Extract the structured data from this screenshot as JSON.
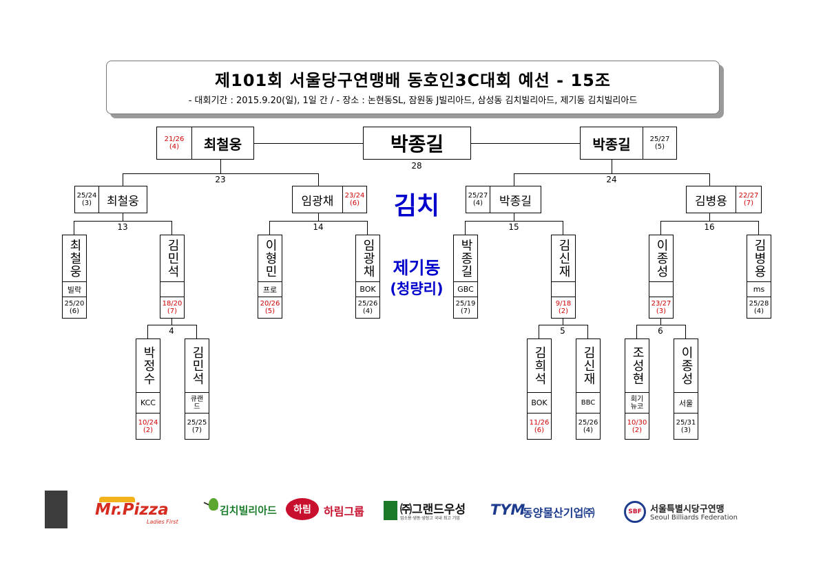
{
  "header": {
    "title": "제101회 서울당구연맹배 동호인3C대회 예선 - 15조",
    "subtitle": "- 대회기간 : 2015.9.20(일), 1일 간 / - 장소 : 논현동SL, 잠원동 J빌리아드, 삼성동 김치빌리아드, 제기동 김치빌리아드"
  },
  "venues": {
    "kimchi": "김치",
    "jegi": "제기동",
    "jegi_sub": "(청량리)"
  },
  "final": {
    "winner": "박종길",
    "match_no": "28"
  },
  "semis": {
    "left": {
      "name": "최철웅",
      "score": "21/26",
      "inning": "(4)",
      "match_no": "23"
    },
    "right": {
      "name": "박종길",
      "score": "25/27",
      "inning": "(5)",
      "match_no": "24"
    }
  },
  "quarters": {
    "q1": {
      "name": "최철웅",
      "score": "25/24",
      "inning": "(3)",
      "match_no": "13"
    },
    "q2": {
      "name": "임광채",
      "score": "23/24",
      "inning": "(6)",
      "match_no": "14"
    },
    "q3": {
      "name": "박종길",
      "score": "25/27",
      "inning": "(4)",
      "match_no": "15"
    },
    "q4": {
      "name": "김병용",
      "score": "22/27",
      "inning": "(7)",
      "match_no": "16"
    }
  },
  "players": {
    "p1": {
      "name": "최철웅",
      "club": "빌락",
      "score": "25/20",
      "inning": "(6)"
    },
    "p2": {
      "name": "김민석",
      "club": "",
      "score": "18/20",
      "inning": "(7)"
    },
    "p3": {
      "name": "이형민",
      "club": "프로",
      "score": "20/26",
      "inning": "(5)"
    },
    "p4": {
      "name": "임광채",
      "club": "BOK",
      "score": "25/26",
      "inning": "(4)"
    },
    "p5": {
      "name": "박종길",
      "club": "GBC",
      "score": "25/19",
      "inning": "(7)"
    },
    "p6": {
      "name": "김신재",
      "club": "",
      "score": "9/18",
      "inning": "(2)"
    },
    "p7": {
      "name": "이종성",
      "club": "",
      "score": "23/27",
      "inning": "(3)"
    },
    "p8": {
      "name": "김병용",
      "club": "ms",
      "score": "25/28",
      "inning": "(4)"
    },
    "r1": {
      "name": "박정수",
      "club": "KCC",
      "score": "10/24",
      "inning": "(2)"
    },
    "r2": {
      "name": "김민석",
      "club": "큐랜드",
      "score": "25/25",
      "inning": "(7)"
    },
    "r3": {
      "name": "김희석",
      "club": "BOK",
      "score": "11/26",
      "inning": "(6)"
    },
    "r4": {
      "name": "김신재",
      "club": "BBC",
      "score": "25/26",
      "inning": "(4)"
    },
    "r5": {
      "name": "조성현",
      "club": "회기뉴코",
      "score": "10/30",
      "inning": "(2)"
    },
    "r6": {
      "name": "이종성",
      "club": "서울",
      "score": "25/31",
      "inning": "(3)"
    }
  },
  "prelim_match_nos": {
    "m4": "4",
    "m5": "5",
    "m6": "6"
  },
  "sponsors": {
    "mrpizza": "Mr.Pizza",
    "mrpizza_sub": "Ladies First",
    "kimchi_billiards": "김치빌리아드",
    "harim_badge": "하림",
    "harim": "하림그룹",
    "grand": "㈜그랜드우성",
    "grand_sub": "업소용·냉동·냉장고 국내 최고 기업",
    "dongyang_mark": "TYM",
    "dongyang": "동양물산기업㈜",
    "sbf_badge": "SBF",
    "sbf_ko": "서울특별시당구연맹",
    "sbf_en": "Seoul Billiards Federation"
  },
  "colors": {
    "loss_score": "#d00000",
    "venue": "#0000cc",
    "pizza": "#d62b1f",
    "harim": "#c8102e",
    "grand": "#1a7a2a",
    "tym": "#1d3b8c"
  }
}
